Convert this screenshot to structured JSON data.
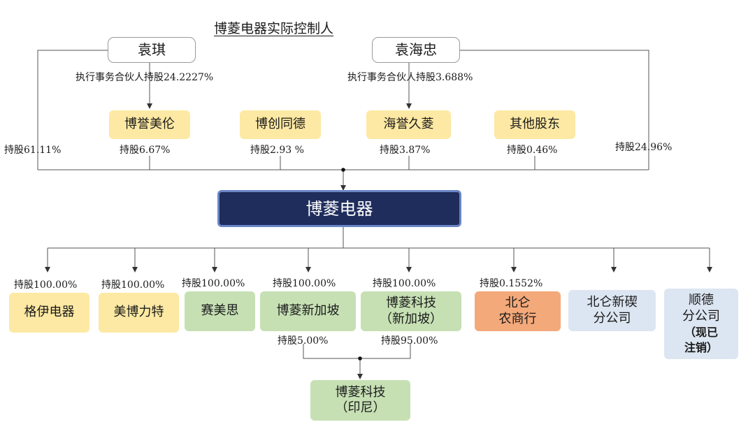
{
  "title": "博菱电器实际控制人",
  "persons": {
    "yuan_qi": "袁琪",
    "yuan_haizhong": "袁海忠"
  },
  "partner_labels": {
    "yuan_qi": "执行事务合伙人持股24.2227%",
    "yuan_haizhong": "执行事务合伙人持股3.688%"
  },
  "shareholders": {
    "boyu_meilun": "博誉美伦",
    "bochuang_tongde": "博创同德",
    "haiyu_jiuling": "海誉久菱",
    "other": "其他股东"
  },
  "shareholdings": {
    "yuan_qi": "持股61.11%",
    "boyu_meilun": "持股6.67%",
    "bochuang_tongde": "持股2.93 %",
    "haiyu_jiuling": "持股3.87%",
    "other": "持股0.46%",
    "yuan_haizhong": "持股24.96%"
  },
  "company": "博菱电器",
  "subsidiaries": {
    "geyi": "格伊电器",
    "meibolite": "美博力特",
    "saimeisi": "赛美思",
    "boling_sg": "博菱新加坡",
    "boling_tech_sg_1": "博菱科技",
    "boling_tech_sg_2": "（新加坡）",
    "beilun_bank_1": "北仑",
    "beilun_bank_2": "农商行",
    "beilun_branch_1": "北仑新碶",
    "beilun_branch_2": "分公司",
    "shunde_1": "顺德",
    "shunde_2": "分公司",
    "shunde_note_1": "（现已",
    "shunde_note_2": "注销）"
  },
  "subsidiary_holdings": {
    "geyi": "持股100.00%",
    "meibolite": "持股100.00%",
    "saimeisi": "持股100.00%",
    "boling_sg": "持股100.00%",
    "boling_tech_sg": "持股100.00%",
    "beilun_bank": "持股0.1552%"
  },
  "indonesia": {
    "name_1": "博菱科技",
    "name_2": "（印尼）",
    "holding_from_sg": "持股5.00%",
    "holding_from_tech_sg": "持股95.00%"
  },
  "colors": {
    "company_fill": "#1f2d5c",
    "company_border": "#6a86c6",
    "yellow": "#fde9a3",
    "green": "#c6e0b4",
    "orange": "#f4a97a",
    "blue": "#dce6f2",
    "line": "#555555"
  }
}
